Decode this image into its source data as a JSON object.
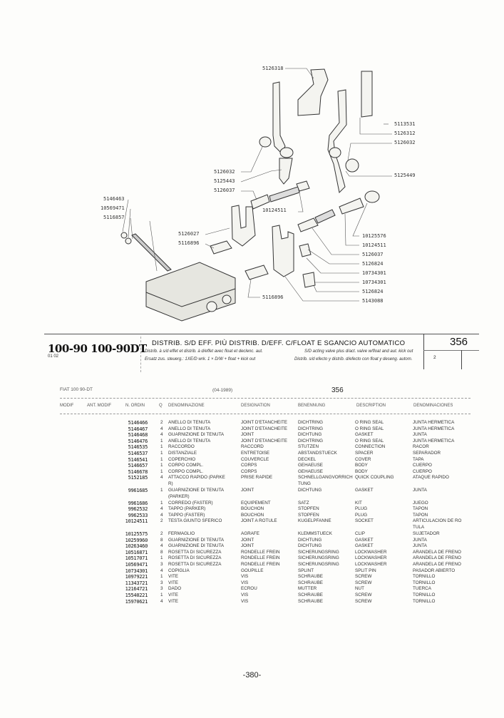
{
  "diagram": {
    "labels": [
      "5126318",
      "5113531",
      "5126312",
      "5126032",
      "5126032",
      "5125443",
      "5126037",
      "5125449",
      "5146463",
      "10569471",
      "5116857",
      "10124511",
      "5126027",
      "5116896",
      "10125576",
      "10124511",
      "5126037",
      "5126824",
      "10734301",
      "10734301",
      "5126824",
      "5143088",
      "5116896"
    ]
  },
  "header": {
    "model": "100-90 100-90DT",
    "variant": "01 02",
    "title": "DISTRIB. S/D EFF. PIÙ DISTRIB. D/EFF. C/FLOAT E SGANCIO AUTOMATICO",
    "sub_fr": "Distrib. à s/d effet et distrib. à d/effet avec float et declenc. aut.",
    "sub_de": "Ersatz zus. steuerg.: 1XE/D wrk. 1 × D/W + float + kick out",
    "sub_en": "S/D acting valve plus d/act. valve w/float and aut. kick out",
    "sub_es": "Distrib. s/d efecto y distrib. d/efecto con float y deseng. autom.",
    "page_group": "356",
    "sheet": "2"
  },
  "table_meta": {
    "model": "FIAT 100 90-DT",
    "date": "(04-1989)",
    "group": "356"
  },
  "columns": [
    "MODIF",
    "ANT. MODIF",
    "N. ORDIN",
    "Q",
    "DENOMINAZIONE",
    "DESIGNATION",
    "BENENNUNG",
    "DESCRIPTION",
    "DENOMINACIONES"
  ],
  "rows": [
    {
      "no": "5146466",
      "q": "2",
      "it": "ANELLO DI TENUTA",
      "fr": "JOINT D'ETANCHEITE",
      "de": "DICHTRING",
      "en": "O RING SEAL",
      "es": "JUNTA HERMETICA"
    },
    {
      "no": "5146467",
      "q": "4",
      "it": "ANELLO DI TENUTA",
      "fr": "JOINT D'ETANCHEITE",
      "de": "DICHTRING",
      "en": "O RING SEAL",
      "es": "JUNTA HERMETICA"
    },
    {
      "no": "5146468",
      "q": "4",
      "it": "GUARNIZIONE DI TENUTA",
      "fr": "JOINT",
      "de": "DICHTUNG",
      "en": "GASKET",
      "es": "JUNTA"
    },
    {
      "no": "5146476",
      "q": "1",
      "it": "ANELLO DI TENUTA",
      "fr": "JOINT D'ETANCHEITE",
      "de": "DICHTRING",
      "en": "O RING SEAL",
      "es": "JUNTA HERMETICA"
    },
    {
      "no": "5146535",
      "q": "1",
      "it": "RACCORDO",
      "fr": "RACCORD",
      "de": "STUTZEN",
      "en": "CONNECTION",
      "es": "RACOR"
    },
    {
      "no": "5146537",
      "q": "1",
      "it": "DISTANZIALE",
      "fr": "ENTRETOISE",
      "de": "ABSTANDSTUECK",
      "en": "SPACER",
      "es": "SEPARADOR"
    },
    {
      "no": "5146541",
      "q": "1",
      "it": "COPERCHIO",
      "fr": "COUVERCLE",
      "de": "DECKEL",
      "en": "COVER",
      "es": "TAPA"
    },
    {
      "no": "5146657",
      "q": "1",
      "it": "CORPO COMPL.",
      "fr": "CORPS",
      "de": "GEHAEUSE",
      "en": "BODY",
      "es": "CUERPO"
    },
    {
      "no": "5146678",
      "q": "1",
      "it": "CORPO COMPL.",
      "fr": "CORPS",
      "de": "GEHAEUSE",
      "en": "BODY",
      "es": "CUERPO"
    },
    {
      "no": "5152185",
      "q": "4",
      "it": "ATTACCO RAPIDO (PARKE",
      "it2": "R)",
      "fr": "PRISE RAPIDE",
      "de": "SCHNELLGANGVORRICH",
      "de2": "TUNG",
      "en": "QUICK COUPLING",
      "es": "ATAQUE RAPIDO"
    },
    {
      "no": "9961685",
      "q": "1",
      "it": "GUARNIZIONE DI TENUTA",
      "it2": "(PARKER)",
      "fr": "JOINT",
      "de": "DICHTUNG",
      "en": "GASKET",
      "es": "JUNTA"
    },
    {
      "no": "9961686",
      "q": "1",
      "it": "CORREDO (FASTER)",
      "fr": "EQUIPEMENT",
      "de": "SATZ",
      "en": "KIT",
      "es": "JUEGO"
    },
    {
      "no": "9962532",
      "q": "4",
      "it": "TAPPO (PARKER)",
      "fr": "BOUCHON",
      "de": "STOPFEN",
      "en": "PLUG",
      "es": "TAPON"
    },
    {
      "no": "9962533",
      "q": "4",
      "it": "TAPPO (FASTER)",
      "fr": "BOUCHON",
      "de": "STOPFEN",
      "en": "PLUG",
      "es": "TAPON"
    },
    {
      "no": "10124511",
      "q": "2",
      "it": "TESTA GIUNTO SFERICO",
      "fr": "JOINT A ROTULE",
      "de": "KUGELPFANNE",
      "en": "SOCKET",
      "es": "ARTICULACION DE RO",
      "es2": "TULA"
    },
    {
      "no": "10125575",
      "q": "2",
      "it": "FERMAGLIO",
      "fr": "AGRAFE",
      "de": "KLEMMSTUECK",
      "en": "CLIP",
      "es": "SUJETADOR"
    },
    {
      "no": "10259960",
      "q": "8",
      "it": "GUARNIZIONE DI TENUTA",
      "fr": "JOINT",
      "de": "DICHTUNG",
      "en": "GASKET",
      "es": "JUNTA"
    },
    {
      "no": "10263460",
      "q": "4",
      "it": "GUARNIZIONE DI TENUTA",
      "fr": "JOINT",
      "de": "DICHTUNG",
      "en": "GASKET",
      "es": "JUNTA"
    },
    {
      "no": "10516871",
      "q": "8",
      "it": "ROSETTA DI SICUREZZA",
      "fr": "RONDELLE FREIN",
      "de": "SICHERUNGSRING",
      "en": "LOCKWASHER",
      "es": "ARANDELA DE FRENO"
    },
    {
      "no": "10517071",
      "q": "1",
      "it": "ROSETTA DI SICUREZZA",
      "fr": "RONDELLE FREIN",
      "de": "SICHERUNGSRING",
      "en": "LOCKWASHER",
      "es": "ARANDELA DE FRENO"
    },
    {
      "no": "10569471",
      "q": "3",
      "it": "ROSETTA DI SICUREZZA",
      "fr": "RONDELLE FREIN",
      "de": "SICHERUNGSRING",
      "en": "LOCKWASHER",
      "es": "ARANDELA DE FRENO"
    },
    {
      "no": "10734301",
      "q": "4",
      "it": "COPIGLIA",
      "fr": "GOUPILLE",
      "de": "SPLINT",
      "en": "SPLIT PIN",
      "es": "PASADOR ABIERTO"
    },
    {
      "no": "10979221",
      "q": "1",
      "it": "VITE",
      "fr": "VIS",
      "de": "SCHRAUBE",
      "en": "SCREW",
      "es": "TORNILLO"
    },
    {
      "no": "11343721",
      "q": "3",
      "it": "VITE",
      "fr": "VIS",
      "de": "SCHRAUBE",
      "en": "SCREW",
      "es": "TORNILLO"
    },
    {
      "no": "12164721",
      "q": "3",
      "it": "DADO",
      "fr": "ECROU",
      "de": "MUTTER",
      "en": "NUT",
      "es": "TUERCA"
    },
    {
      "no": "15540221",
      "q": "1",
      "it": "VITE",
      "fr": "VIS",
      "de": "SCHRAUBE",
      "en": "SCREW",
      "es": "TORNILLO"
    },
    {
      "no": "15970621",
      "q": "4",
      "it": "VITE",
      "fr": "VIS",
      "de": "SCHRAUBE",
      "en": "SCREW",
      "es": "TORNILLO"
    }
  ],
  "footer": {
    "page_number": "-380-"
  }
}
